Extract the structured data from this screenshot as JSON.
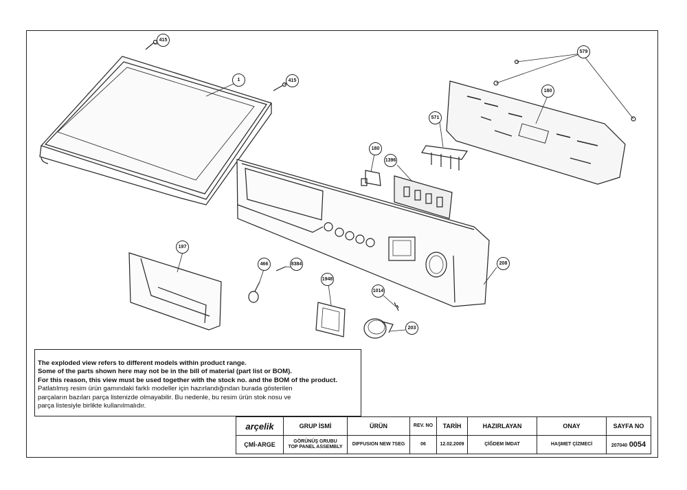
{
  "callouts": [
    {
      "id": "c415a",
      "text": "415"
    },
    {
      "id": "c1",
      "text": "1"
    },
    {
      "id": "c415b",
      "text": "415"
    },
    {
      "id": "c579",
      "text": "579"
    },
    {
      "id": "c180a",
      "text": "180"
    },
    {
      "id": "c571",
      "text": "571"
    },
    {
      "id": "c180b",
      "text": "180"
    },
    {
      "id": "c1396",
      "text": "1396"
    },
    {
      "id": "c197",
      "text": "197"
    },
    {
      "id": "c466",
      "text": "466"
    },
    {
      "id": "c8384",
      "text": "8384"
    },
    {
      "id": "c1948",
      "text": "1948"
    },
    {
      "id": "c1014",
      "text": "1014"
    },
    {
      "id": "c208",
      "text": "208"
    },
    {
      "id": "c203",
      "text": "203"
    }
  ],
  "notes": {
    "en_1": "The exploded view refers to different models within product range.",
    "en_2": "Some of the parts shown here may not be in the bill of material (part list or BOM).",
    "en_3": "For this reason, this view must be used together with the stock no. and the BOM of the product.",
    "tr_1": "Patlatılmış resim ürün gamındaki farklı modeller için hazırlandığından burada gösterilen",
    "tr_2": "parçaların bazıları parça listenizde olmayabilir. Bu nedenle, bu resim ürün stok nosu ve",
    "tr_3": "parça listesiyle birlikte kullanılmalıdır."
  },
  "title_block": {
    "brand": "arçelik",
    "headers": {
      "group": "GRUP İSMİ",
      "product": "ÜRÜN",
      "rev": "REV. NO",
      "date": "TARİH",
      "prepared": "HAZIRLAYAN",
      "approved": "ONAY",
      "page": "SAYFA NO"
    },
    "values": {
      "dept": "ÇMİ-ARGE",
      "group_1": "GÖRÜNÜŞ GRUBU",
      "group_2": "TOP PANEL ASSEMBLY",
      "product": "DIFFUSION NEW 7SEG",
      "rev": "06",
      "date": "12.02.2009",
      "prepared": "ÇİĞDEM İMDAT",
      "approved": "HAŞMET ÇİZMECİ",
      "page_prefix": "207040",
      "page_num": "0054"
    }
  },
  "colors": {
    "line": "#222222",
    "paper": "#ffffff"
  }
}
